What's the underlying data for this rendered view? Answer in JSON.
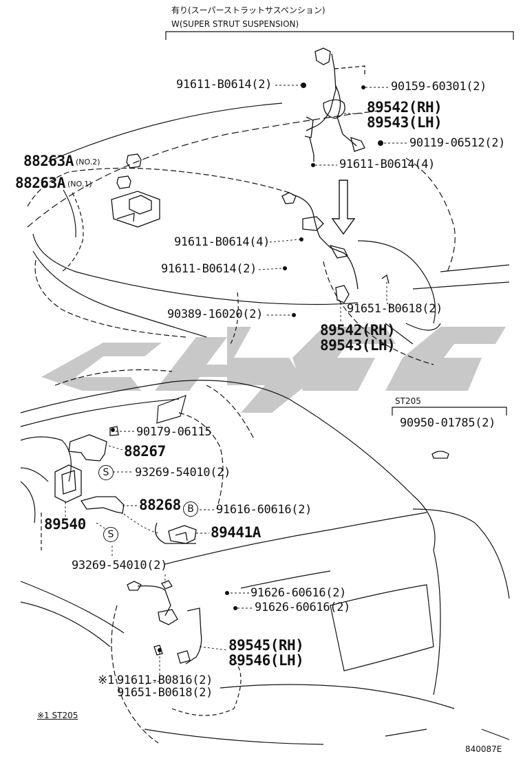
{
  "header": {
    "jp": "有り(スーパーストラットサスペンション)",
    "en": "W(SUPER STRUT SUSPENSION)"
  },
  "parts": {
    "p1": "91611-B0614(2)",
    "p2": "90159-60301(2)",
    "p3a": "89542(RH)",
    "p3b": "89543(LH)",
    "p4": "90119-06512(2)",
    "p5": "91611-B0614(4)",
    "p6": "88263A",
    "p6q": "(NO.2)",
    "p7": "88263A",
    "p7q": "(NO.1)",
    "p8": "91611-B0614(4)",
    "p9": "91611-B0614(2)",
    "p10": "91651-B0618(2)",
    "p11": "90389-16020(2)",
    "p12a": "89542(RH)",
    "p12b": "89543(LH)",
    "p13": "ST205",
    "p14": "90950-01785(2)",
    "p15": "90179-06115",
    "p16": "88267",
    "p17": "93269-54010(2)",
    "p18": "88268",
    "p19": "91616-60616(2)",
    "p20": "89540",
    "p21": "89441A",
    "p22": "93269-54010(2)",
    "p23": "91626-60616(2)",
    "p24": "91626-60616(2)",
    "p25a": "89545(RH)",
    "p25b": "89546(LH)",
    "p26": "91611-B0816(2)",
    "p26mark": "※1",
    "p27": "91651-B0618(2)"
  },
  "markers": {
    "s1": "S",
    "s2": "S",
    "b1": "B"
  },
  "footnote": "※1 ST205",
  "code": "840087E",
  "colors": {
    "ink": "#111111",
    "watermark": "#c8c8c8"
  }
}
